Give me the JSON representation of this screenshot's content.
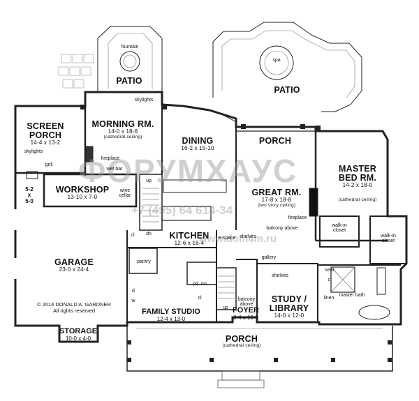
{
  "patio_left": "PATIO",
  "patio_right": "PATIO",
  "fountain": "fountain",
  "spa": "spa",
  "screen_porch": {
    "name": "SCREEN\nPORCH",
    "dims": "14-4 x 13-2"
  },
  "skylights_sp": "skylights",
  "grill": "grill",
  "morning": {
    "name": "MORNING RM.",
    "dims": "14-0 x 18-6",
    "note": "(cathedral ceiling)"
  },
  "skylights_mr": "skylights",
  "fireplace_mr": "fireplace",
  "wet_bar": "wet bar",
  "dining": {
    "name": "DINING",
    "dims": "16-2 x 15-10"
  },
  "porch_back": "PORCH",
  "master_bed": {
    "name": "MASTER\nBED RM.",
    "dims": "14-2 x 18-0",
    "note": "(cathedral ceiling)"
  },
  "walkin_1": "walk-in\ncloset",
  "walkin_2": "walk-in\ncloset",
  "great": {
    "name": "GREAT RM.",
    "dims": "17-8 x 18-8",
    "note": "(two story ceiling)"
  },
  "fireplace_gr": "fireplace",
  "balcony_above": "balcony above",
  "shelves_gr": "shelves",
  "workshop": {
    "name": "WORKSHOP",
    "dims": "13-10 x 7-0"
  },
  "wine_cellar": "wine\ncellar",
  "garage_nook": "5-2\nx\n5-0",
  "kitchen": {
    "name": "KITCHEN",
    "dims": "12-6 x 16-4"
  },
  "pantry": "pantry",
  "e_space": "e-space",
  "gallery": "gallery",
  "garage": {
    "name": "GARAGE",
    "dims": "23-0 x 24-4"
  },
  "copyright": "© 2014 DONALD A. GARDNER\nAll rights reserved",
  "pd_rm": "pd. rm.",
  "cl_1": "cl",
  "cl_2": "cl",
  "cl_3": "cl",
  "up_1": "up",
  "up_2": "up",
  "dn": "dn",
  "balcony_foyer": "balcony\nabove",
  "study": {
    "name": "STUDY /\nLIBRARY",
    "dims": "14-0 x 12-0"
  },
  "shelves_st": "shelves",
  "seat": "seat",
  "linen": "linen",
  "master_bath": "master bath",
  "family_studio": {
    "name": "FAMILY STUDIO",
    "dims": "12-4 x 13-0"
  },
  "foyer": {
    "name": "FOYER",
    "dims": "8-4 x 10-0"
  },
  "storage": {
    "name": "STORAGE",
    "dims": "10-0 x 4-0"
  },
  "porch_front": {
    "name": "PORCH",
    "note": "(cathedral ceiling)"
  },
  "d_label": "d",
  "w_label": "w",
  "watermark_logo": "ФОРУМХАУС",
  "watermark_phone": "+7 (495) 64 614-34",
  "watermark_url": "www.dom4m.ru"
}
